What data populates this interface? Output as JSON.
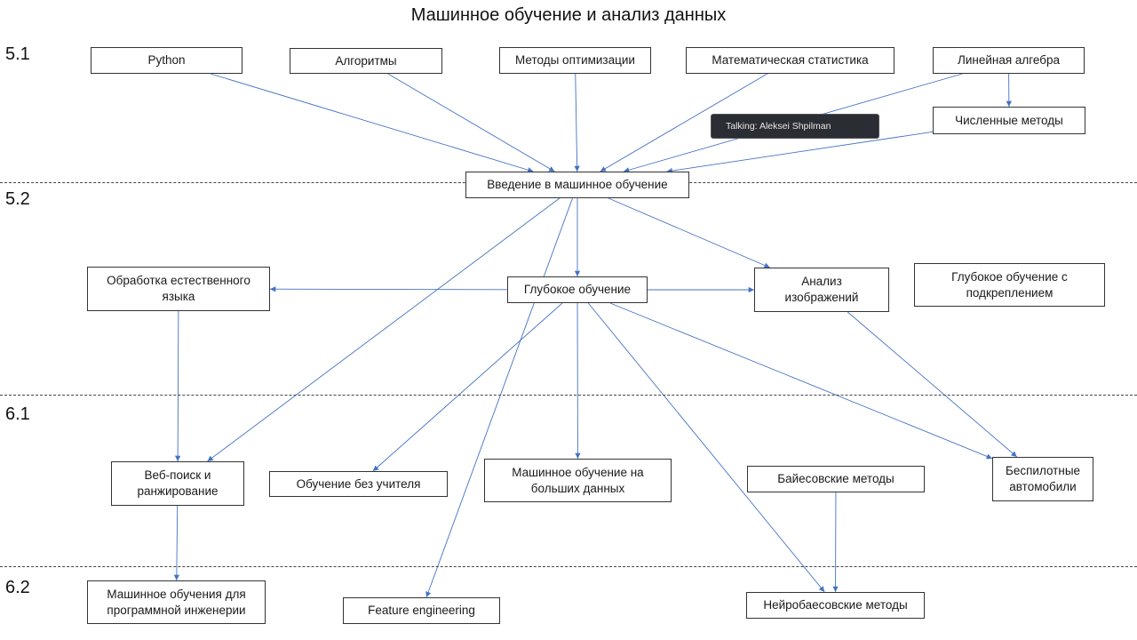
{
  "title": "Машинное обучение и анализ данных",
  "sections": [
    "5.1",
    "5.2",
    "6.1",
    "6.2"
  ],
  "nodes": {
    "python": "Python",
    "algorithms": "Алгоритмы",
    "optimization": "Методы оптимизации",
    "math_stats": "Математическая статистика",
    "linear_algebra": "Линейная алгебра",
    "numerical_methods": "Численные методы",
    "intro_ml": "Введение в машинное обучение",
    "nlp": "Обработка естественного\nязыка",
    "deep_learning": "Глубокое обучение",
    "image_analysis": "Анализ\nизображений",
    "deep_rl": "Глубокое обучение с\nподкреплением",
    "web_search": "Веб-поиск и\nранжирование",
    "unsupervised": "Обучение без учителя",
    "big_data_ml": "Машинное обучение на\nбольших данных",
    "bayesian": "Байесовские методы",
    "self_driving": "Беспилотные\nавтомобили",
    "ml_software_eng": "Машинное обучения для\nпрограммной инженерии",
    "feature_eng": "Feature engineering",
    "neurobayes": "Нейробаесовские методы"
  },
  "edges": [
    [
      "python",
      "intro_ml"
    ],
    [
      "algorithms",
      "intro_ml"
    ],
    [
      "optimization",
      "intro_ml"
    ],
    [
      "math_stats",
      "intro_ml"
    ],
    [
      "linear_algebra",
      "intro_ml"
    ],
    [
      "numerical_methods",
      "intro_ml"
    ],
    [
      "linear_algebra",
      "numerical_methods"
    ],
    [
      "intro_ml",
      "deep_learning"
    ],
    [
      "intro_ml",
      "web_search"
    ],
    [
      "intro_ml",
      "image_analysis"
    ],
    [
      "intro_ml",
      "feature_eng"
    ],
    [
      "deep_learning",
      "nlp"
    ],
    [
      "deep_learning",
      "image_analysis"
    ],
    [
      "deep_learning",
      "unsupervised"
    ],
    [
      "deep_learning",
      "big_data_ml"
    ],
    [
      "deep_learning",
      "neurobayes"
    ],
    [
      "deep_learning",
      "self_driving"
    ],
    [
      "image_analysis",
      "self_driving"
    ],
    [
      "nlp",
      "web_search"
    ],
    [
      "web_search",
      "ml_software_eng"
    ],
    [
      "bayesian",
      "neurobayes"
    ]
  ],
  "edge_color": "#4472c4",
  "tooltip": "Talking: Aleksei Shpilman"
}
